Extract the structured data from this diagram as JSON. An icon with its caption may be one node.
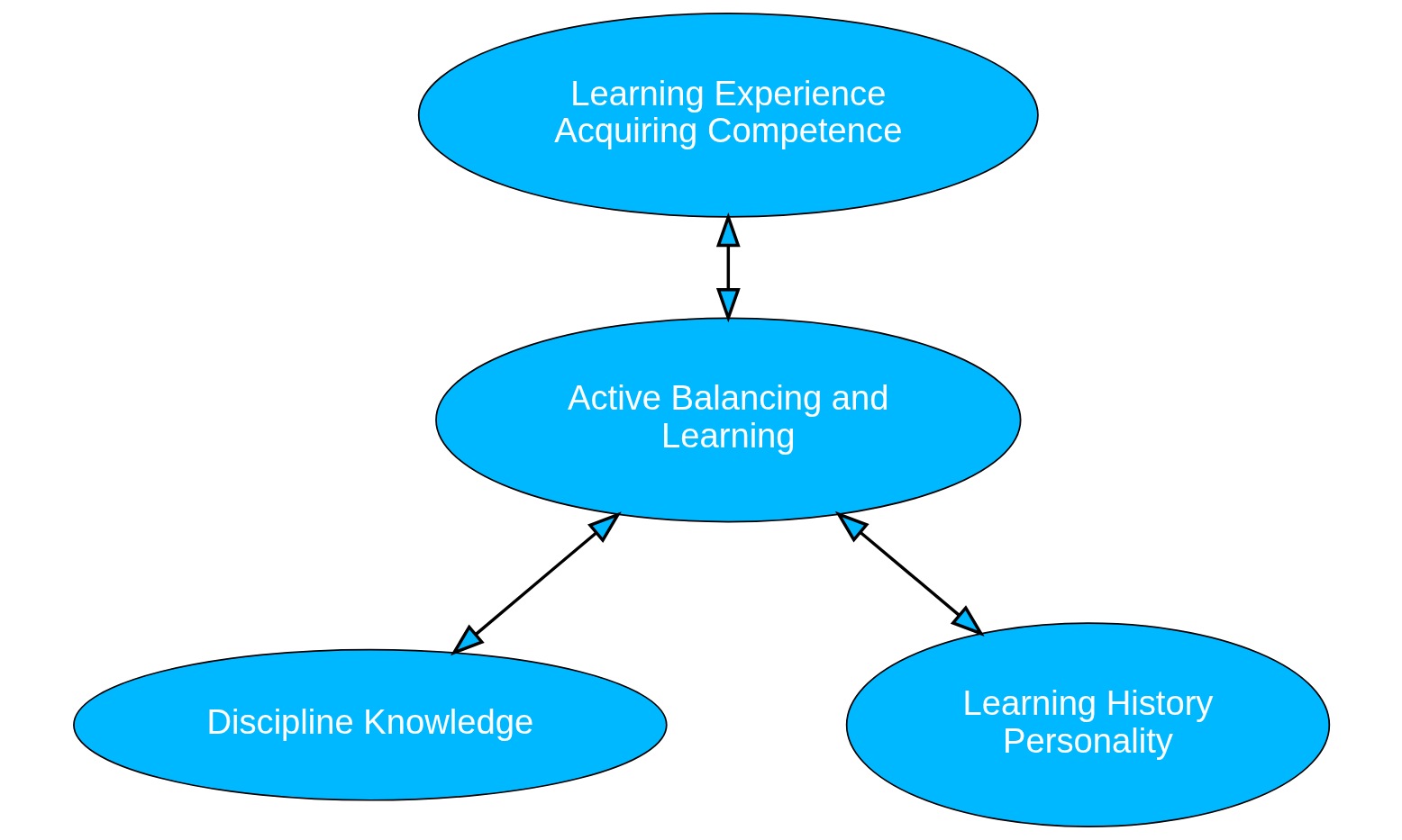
{
  "diagram": {
    "nodes": [
      {
        "text": [
          "Learning Experience Acquiring Competence"
        ]
      },
      {
        "text": [
          "Active Balancing and Learning"
        ]
      },
      {
        "text": [
          "Discipline Knowledge"
        ]
      },
      {
        "text": [
          "Learning History Personality"
        ]
      }
    ],
    "edges": [
      {
        "from": 0,
        "to": 1,
        "arrow": "both"
      },
      {
        "from": 1,
        "to": 2,
        "arrow": "both"
      },
      {
        "from": 1,
        "to": 3,
        "arrow": "both"
      }
    ]
  }
}
